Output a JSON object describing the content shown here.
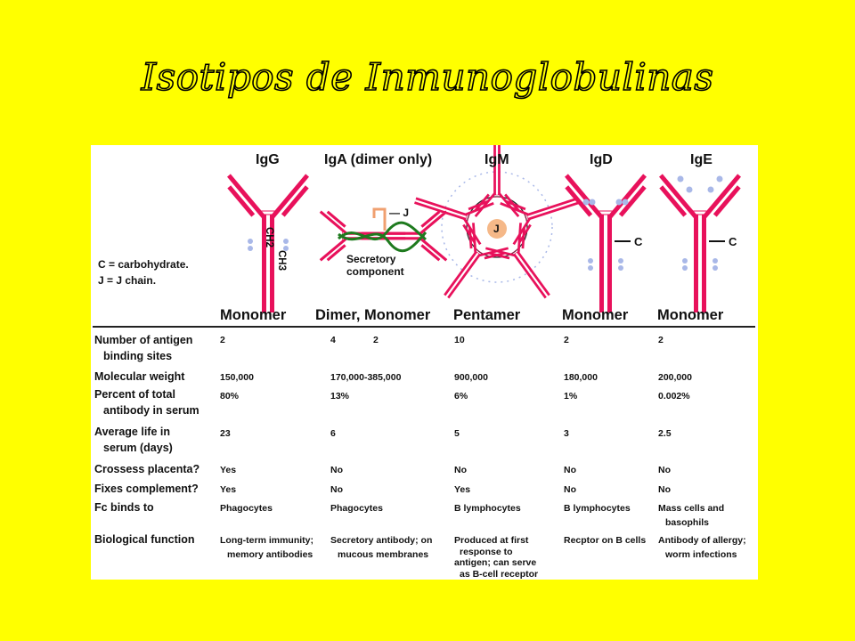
{
  "title": "Isotipos de Inmunoglobulinas",
  "legend": {
    "carbohydrate": "C = carbohydrate.",
    "jchain": "J = J chain."
  },
  "isotypes": [
    {
      "name": "IgG",
      "form": "Monomer"
    },
    {
      "name": "IgA (dimer only)",
      "form": "Dimer, Monomer"
    },
    {
      "name": "IgM",
      "form": "Pentamer"
    },
    {
      "name": "IgD",
      "form": "Monomer"
    },
    {
      "name": "IgE",
      "form": "Monomer"
    }
  ],
  "diagram_labels": {
    "ch2": "CH2",
    "ch3": "CH3",
    "j": "J",
    "secretory": "Secretory",
    "component": "component",
    "j_center": "J",
    "c_igd": "C",
    "c_ige": "C"
  },
  "rows": [
    {
      "label": [
        "Number of antigen",
        "binding sites"
      ],
      "values": [
        "2",
        "4",
        "10",
        "2",
        "2"
      ],
      "extra": "2"
    },
    {
      "label": [
        "Molecular weight"
      ],
      "values": [
        "150,000",
        "170,000-385,000",
        "900,000",
        "180,000",
        "200,000"
      ]
    },
    {
      "label": [
        "Percent of total",
        "antibody in serum"
      ],
      "values": [
        "80%",
        "13%",
        "6%",
        "1%",
        "0.002%"
      ]
    },
    {
      "label": [
        "Average life in",
        "serum (days)"
      ],
      "values": [
        "23",
        "6",
        "5",
        "3",
        "2.5"
      ]
    },
    {
      "label": [
        "Crossess placenta?"
      ],
      "values": [
        "Yes",
        "No",
        "No",
        "No",
        "No"
      ]
    },
    {
      "label": [
        "Fixes complement?"
      ],
      "values": [
        "Yes",
        "No",
        "Yes",
        "No",
        "No"
      ]
    },
    {
      "label": [
        "Fc binds to"
      ],
      "values": [
        [
          "Phagocytes"
        ],
        [
          "Phagocytes"
        ],
        [
          "B lymphocytes"
        ],
        [
          "B lymphocytes"
        ],
        [
          "Mass cells and",
          "basophils"
        ]
      ]
    },
    {
      "label": [
        "Biological function"
      ],
      "values": [
        [
          "Long-term immunity;",
          "memory antibodies"
        ],
        [
          "Secretory antibody; on",
          "mucous membranes"
        ],
        [
          "Produced at first",
          "response to",
          "antigen; can serve",
          "as B-cell receptor"
        ],
        [
          "Recptor on B cells"
        ],
        [
          "Antibody of allergy;",
          "worm infections"
        ]
      ]
    }
  ],
  "colors": {
    "background": "#ffff00",
    "antibody": "#e8115b",
    "carbohydrate": "#a9b8e8",
    "jchain": "#f0a070",
    "secretory": "#1e7a1e"
  }
}
